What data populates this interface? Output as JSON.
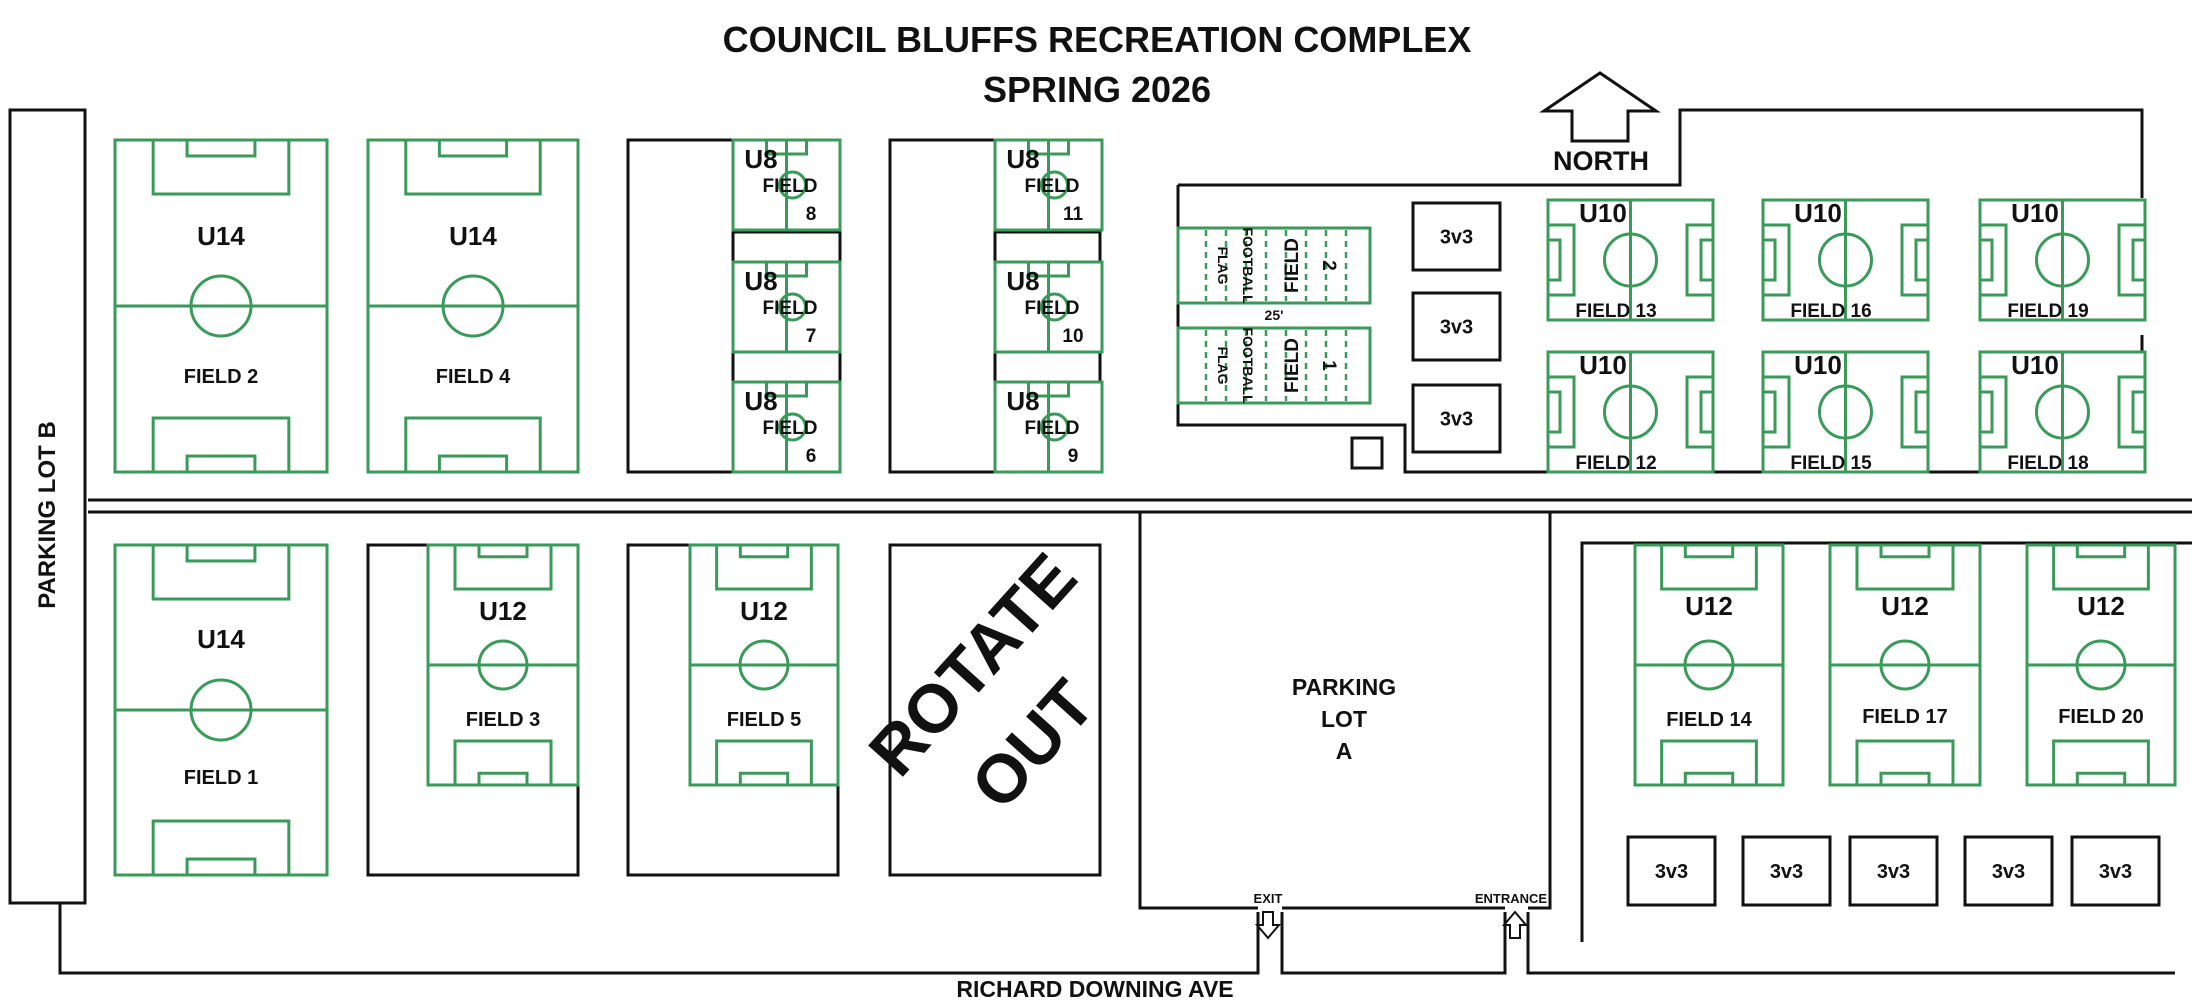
{
  "title": "COUNCIL BLUFFS RECREATION COMPLEX",
  "subtitle": "SPRING 2026",
  "north_label": "NORTH",
  "parking_lot_b": "PARKING LOT B",
  "parking_lot_a": [
    "PARKING",
    "LOT",
    "A"
  ],
  "road": "RICHARD DOWNING AVE",
  "exit_label": "EXIT",
  "entrance_label": "ENTRANCE",
  "rotate_out": [
    "ROTATE",
    "OUT"
  ],
  "flag_gap": "25'",
  "colors": {
    "field_line": "#3a9a5a",
    "outline": "#111111"
  },
  "big_fields": [
    {
      "age": "U14",
      "label": "FIELD 2"
    },
    {
      "age": "U14",
      "label": "FIELD 4"
    },
    {
      "age": "U14",
      "label": "FIELD 1"
    },
    {
      "age": "U12",
      "label": "FIELD 3"
    },
    {
      "age": "U12",
      "label": "FIELD 5"
    },
    {
      "age": "U12",
      "label": "FIELD 14"
    },
    {
      "age": "U12",
      "label": "FIELD 17"
    },
    {
      "age": "U12",
      "label": "FIELD 20"
    }
  ],
  "u8_fields": [
    {
      "age": "U8",
      "word": "FIELD",
      "num": "8"
    },
    {
      "age": "U8",
      "word": "FIELD",
      "num": "7"
    },
    {
      "age": "U8",
      "word": "FIELD",
      "num": "6"
    },
    {
      "age": "U8",
      "word": "FIELD",
      "num": "11"
    },
    {
      "age": "U8",
      "word": "FIELD",
      "num": "10"
    },
    {
      "age": "U8",
      "word": "FIELD",
      "num": "9"
    }
  ],
  "u10_fields": [
    {
      "age": "U10",
      "label": "FIELD 13"
    },
    {
      "age": "U10",
      "label": "FIELD 16"
    },
    {
      "age": "U10",
      "label": "FIELD 19"
    },
    {
      "age": "U10",
      "label": "FIELD 12"
    },
    {
      "age": "U10",
      "label": "FIELD 15"
    },
    {
      "age": "U10",
      "label": "FIELD 18"
    }
  ],
  "flag_fields": [
    {
      "left": "FLAG",
      "mid": "FOOTBALL",
      "word": "FIELD",
      "num": "2"
    },
    {
      "left": "FLAG",
      "mid": "FOOTBALL",
      "word": "FIELD",
      "num": "1"
    }
  ],
  "three_v_three": [
    "3v3",
    "3v3",
    "3v3",
    "3v3",
    "3v3",
    "3v3",
    "3v3",
    "3v3"
  ]
}
